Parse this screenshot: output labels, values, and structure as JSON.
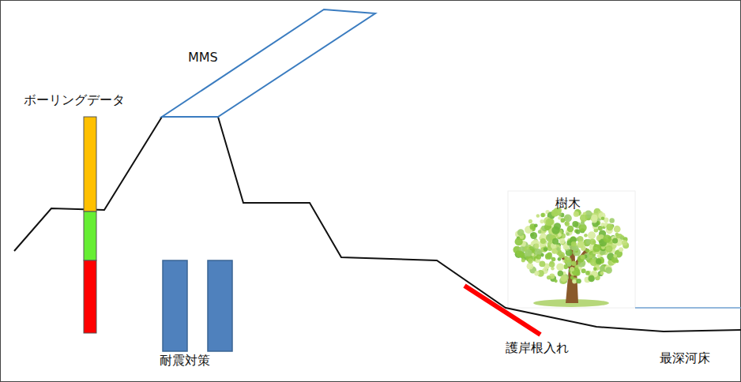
{
  "diagram": {
    "labels": [
      "ボーリングデータ",
      "MMS",
      "樹木",
      "護岸根入れ",
      "耐震対策",
      "最深河床"
    ]
  }
}
